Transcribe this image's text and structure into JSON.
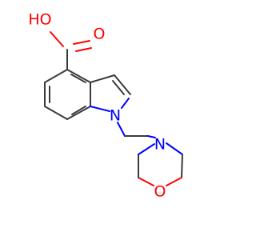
{
  "molecule": {
    "atoms": {
      "carbonyl_oxygen": "O",
      "hydroxyl": "HO",
      "indole_nitrogen": "N",
      "morpholine_nitrogen": "N",
      "morpholine_oxygen": "O"
    },
    "colors": {
      "bond": "#3a3a3a",
      "oxygen": "#ff0000",
      "nitrogen": "#0000ff",
      "background": "#ffffff"
    }
  }
}
